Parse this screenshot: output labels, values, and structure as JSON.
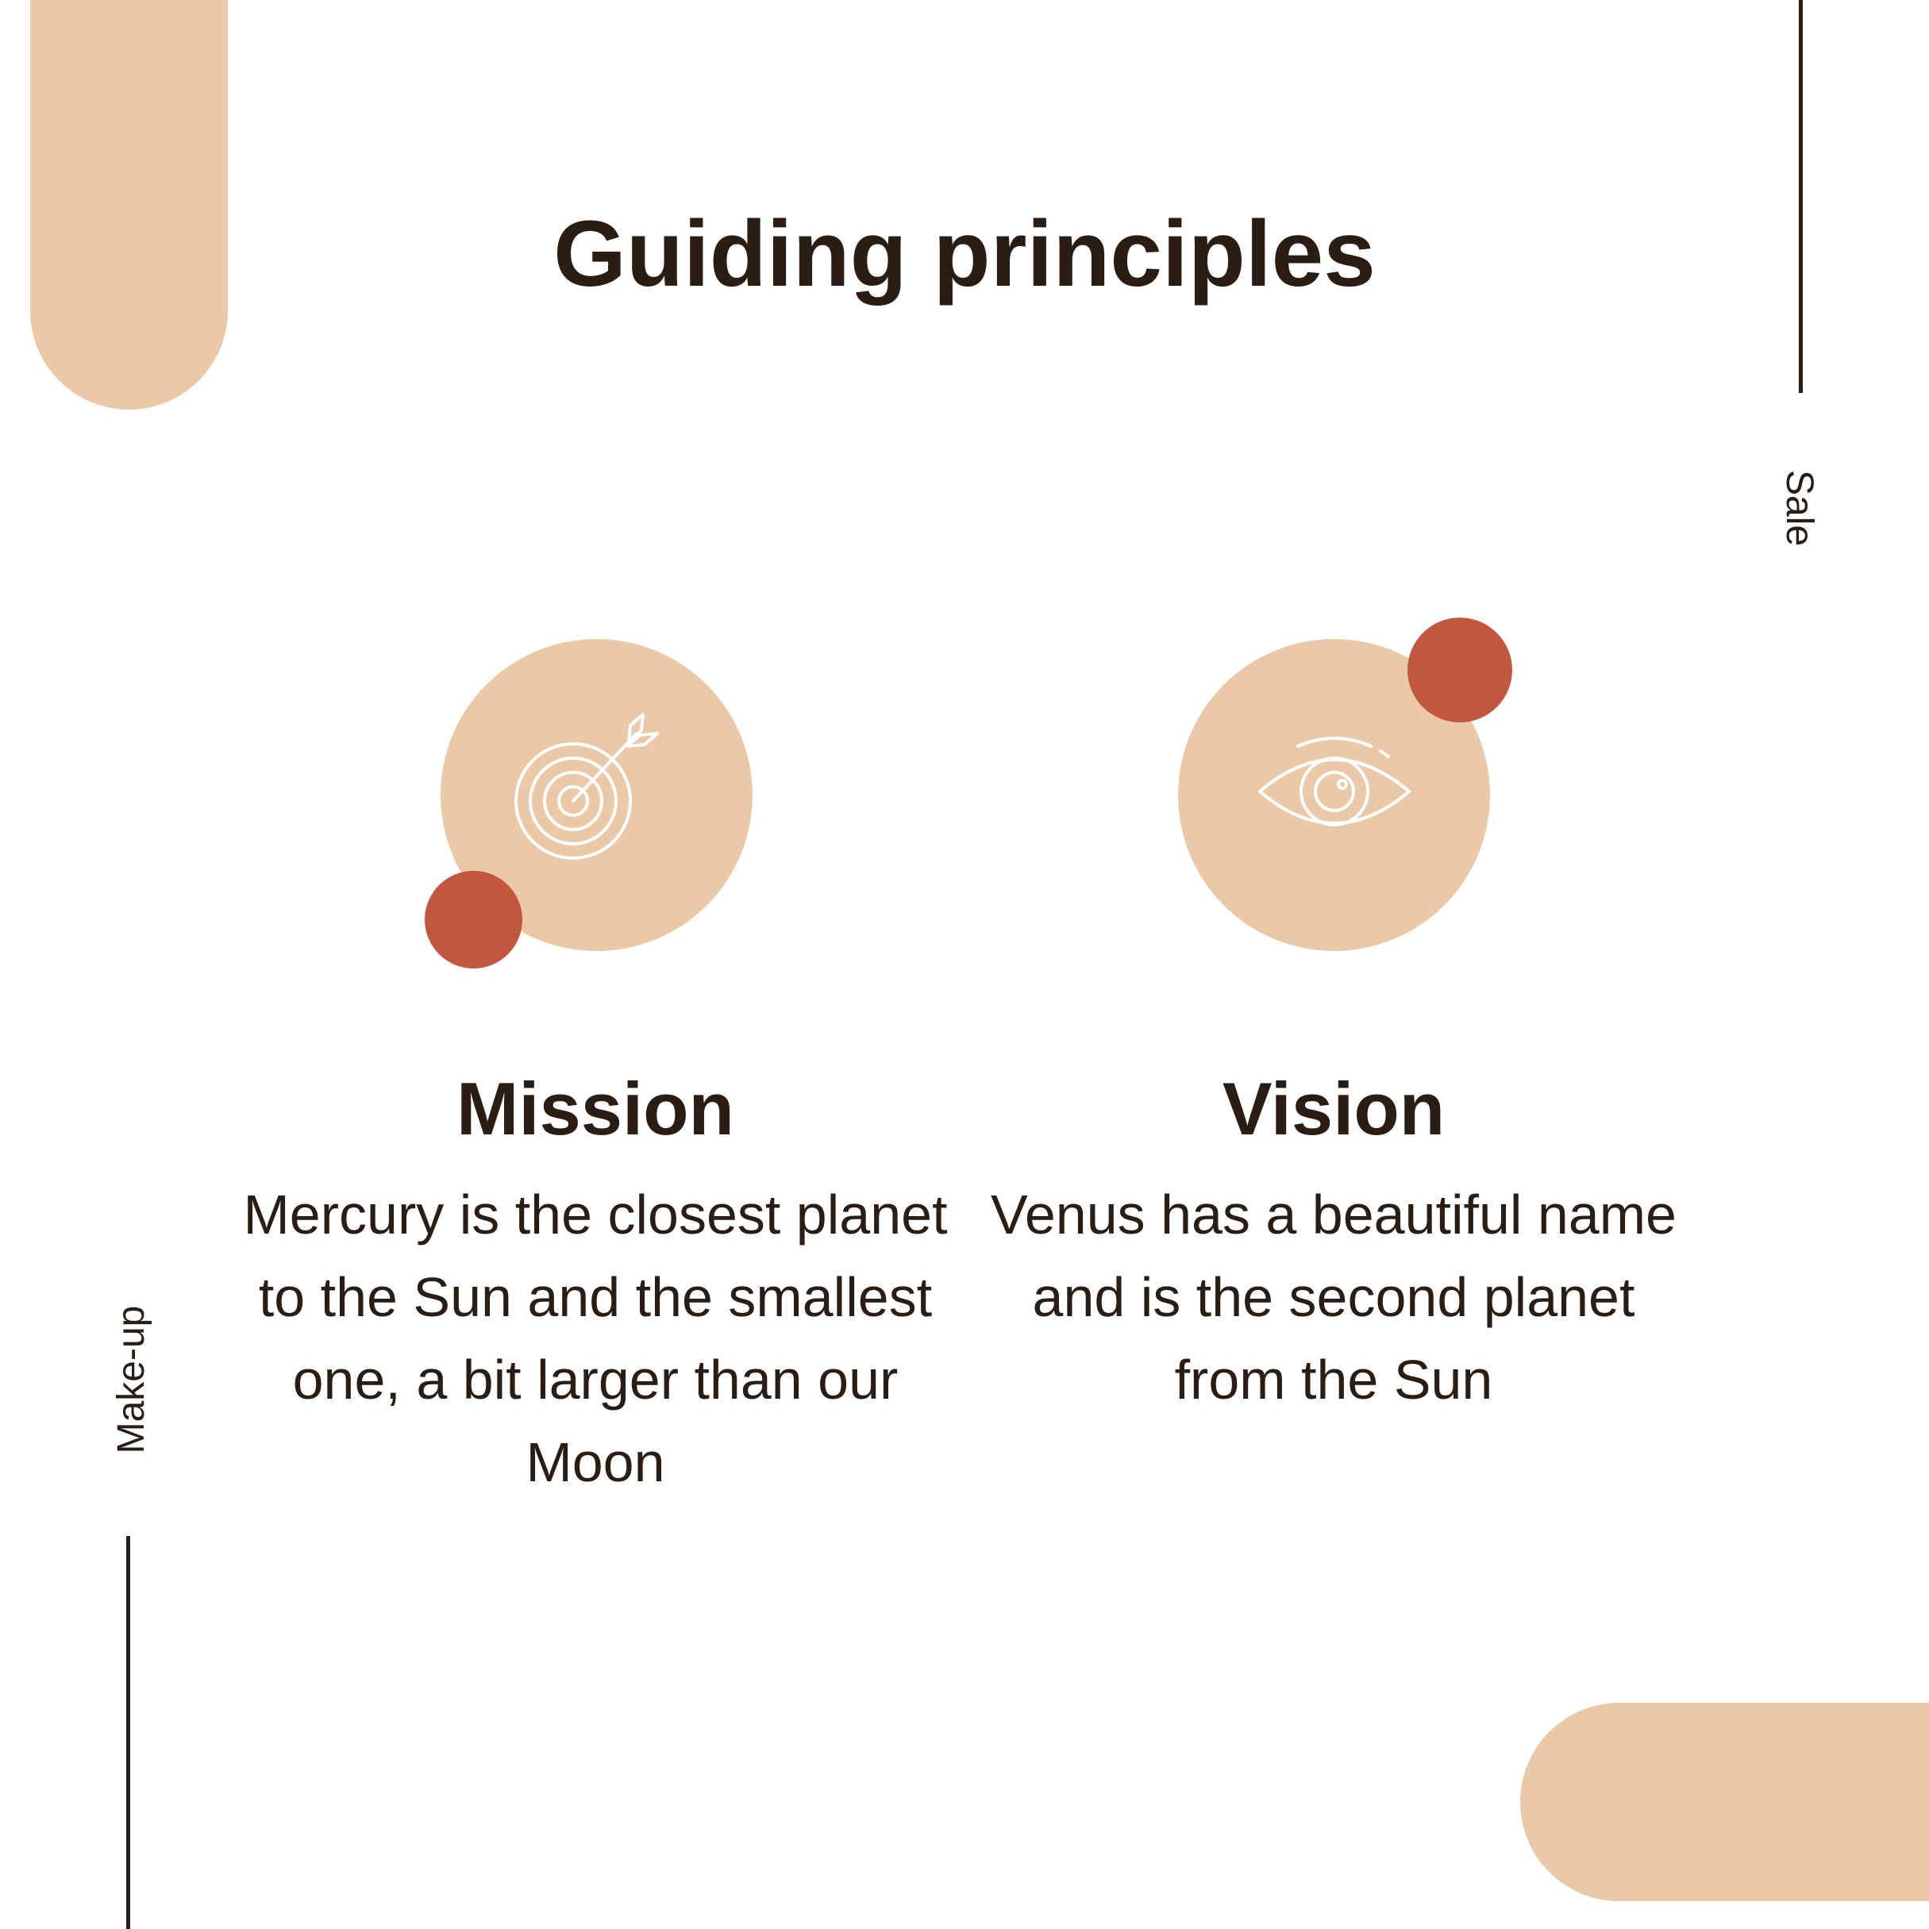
{
  "title": "Guiding principles",
  "side_labels": {
    "right": "Sale",
    "left": "Make-up"
  },
  "cards": [
    {
      "heading": "Mission",
      "text": "Mercury is the closest planet to the Sun and the smallest one, a bit larger than our Moon",
      "icon": "target-arrow-icon"
    },
    {
      "heading": "Vision",
      "text": "Venus has a beautiful name and is the second planet from the Sun",
      "icon": "eye-icon"
    }
  ],
  "colors": {
    "beige": "#e9c9a8",
    "accent": "#c2573d",
    "text": "#2a1d14",
    "background": "#ffffff"
  }
}
